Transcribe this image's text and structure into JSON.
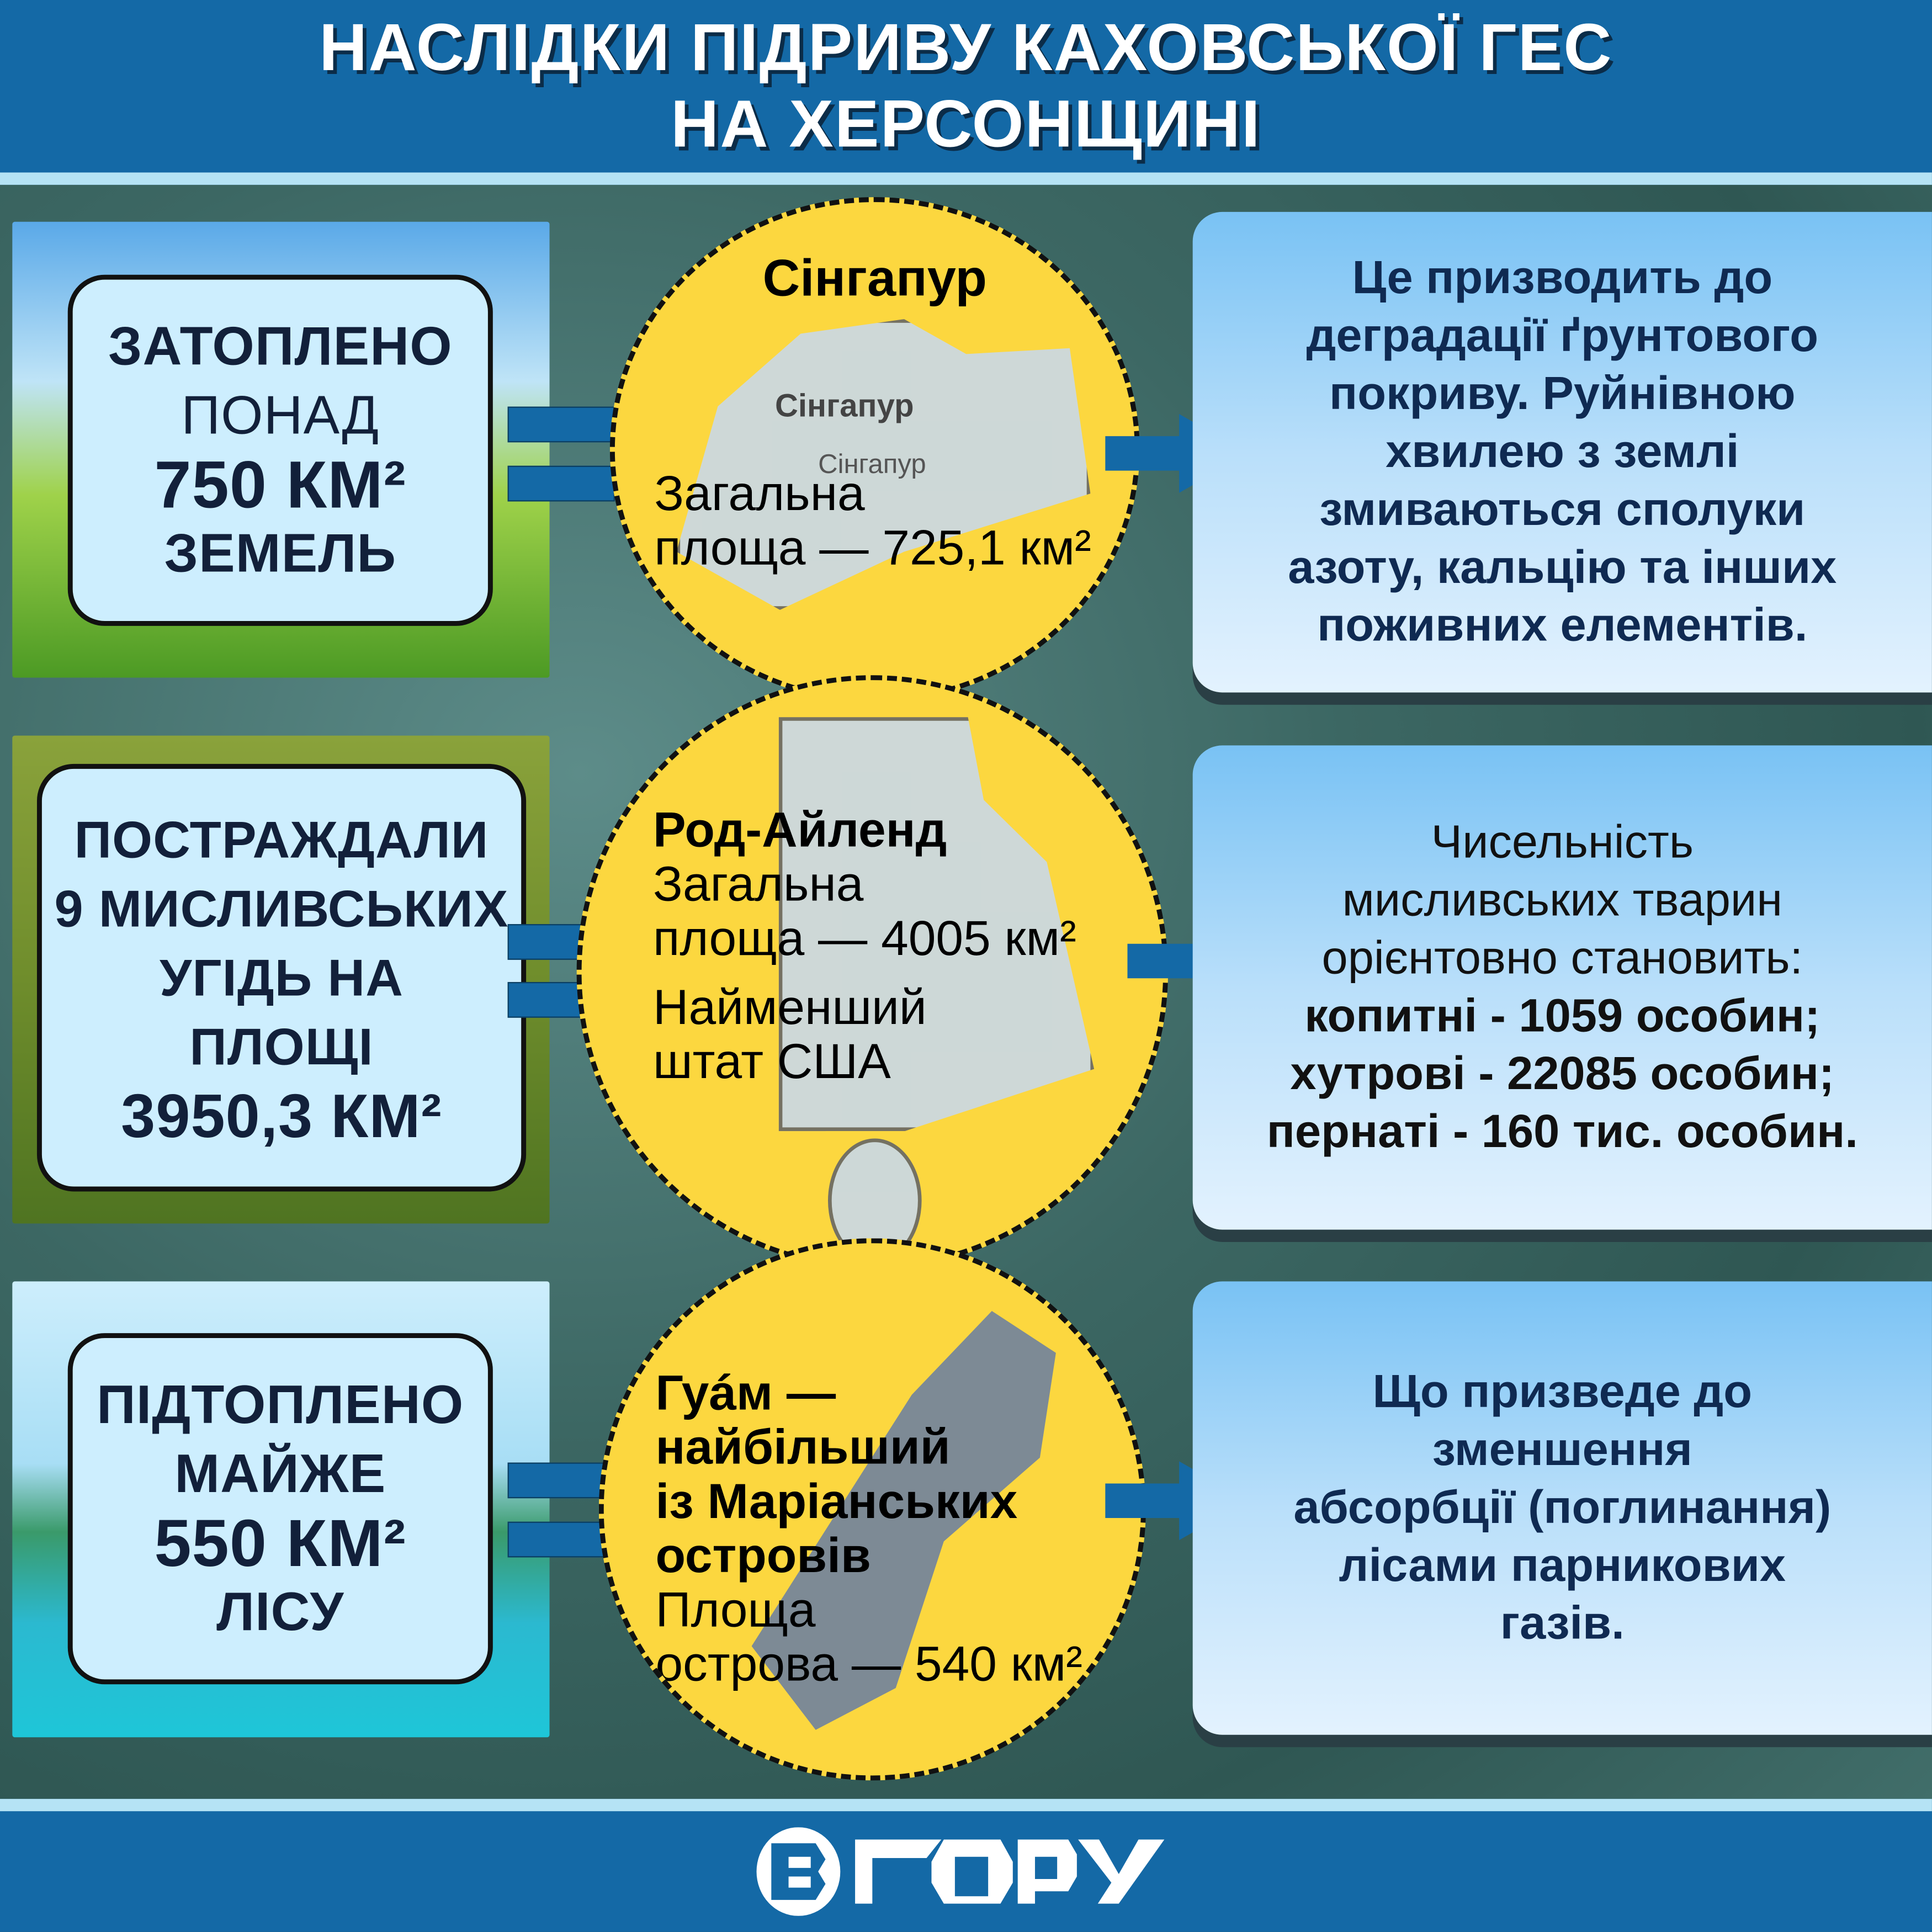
{
  "title": {
    "line1": "НАСЛІДКИ ПІДРИВУ КАХОВСЬКОЇ ГЕС",
    "line2": "НА ХЕРСОНЩИНІ"
  },
  "left": [
    {
      "l1": "ЗАТОПЛЕНО",
      "l2": "ПОНАД",
      "l3": "750 КМ²",
      "l4": "ЗЕМЕЛЬ"
    },
    {
      "l1": "ПОСТРАЖДАЛИ",
      "l2": "9 МИСЛИВСЬКИХ",
      "l3": "УГІДЬ НА",
      "l4": "ПЛОЩІ",
      "l5": "3950,3 КМ²"
    },
    {
      "l1": "ПІДТОПЛЕНО",
      "l2": "МАЙЖЕ",
      "l3": "550 КМ²",
      "l4": "ЛІСУ"
    }
  ],
  "circles": [
    {
      "heading": "Сінгапур",
      "map_label": "Сінгапур",
      "map_sublabel": "Сінгапур",
      "l1": "Загальна",
      "l2": "площа — 725,1 км²"
    },
    {
      "heading": "Род-Айленд",
      "l1": "Загальна",
      "l2": "площа — 4005 км²",
      "l3": "Найменший",
      "l4": "штат США"
    },
    {
      "heading1": "Гуáм — найбільший",
      "heading2": "із Маріанських",
      "heading3": "островів",
      "l1": "Площа",
      "l2": "острова — 540 км²"
    }
  ],
  "right": [
    {
      "lines": [
        "Це призводить до",
        "деградації ґрунтового",
        "покриву. Руйнівною",
        "хвилею з землі",
        "змиваються сполуки",
        "азоту, кальцію та інших",
        "поживних елементів."
      ]
    },
    {
      "lines": [
        "Чисельність",
        "мисливських тварин",
        "орієнтовно становить:"
      ],
      "bold": [
        "копитні - 1059 особин;",
        "хутрові - 22085 особин;",
        "пернаті - 160 тис. особин."
      ]
    },
    {
      "lines": [
        "Що призведе до",
        "зменшення",
        "абсорбції (поглинання)",
        "лісами парникових",
        "газів."
      ]
    }
  ],
  "footer": {
    "logo": "ВГОРУ"
  },
  "colors": {
    "blue": "#1469a6",
    "yellow": "#fcd73f",
    "light": "#cdeefe"
  }
}
